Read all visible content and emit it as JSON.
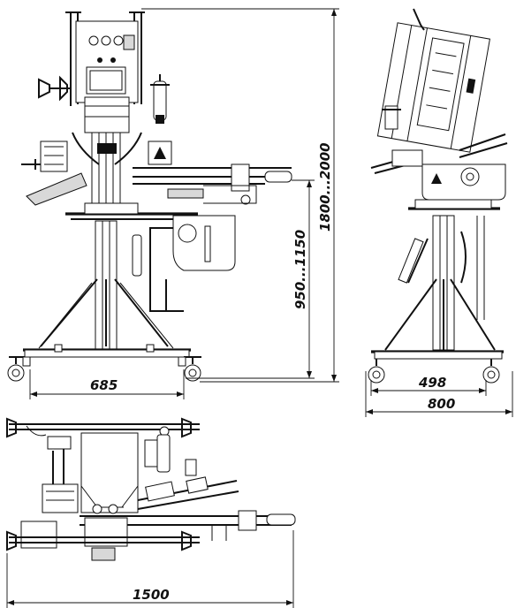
{
  "dimensions": {
    "front_width": "685",
    "working_height": "950...1150",
    "total_height": "1800...2000",
    "side_base_depth": "498",
    "side_total_depth": "800",
    "top_total_length": "1500"
  },
  "colors": {
    "line": "#111111",
    "background": "#ffffff",
    "warning_sign": "#111111"
  }
}
